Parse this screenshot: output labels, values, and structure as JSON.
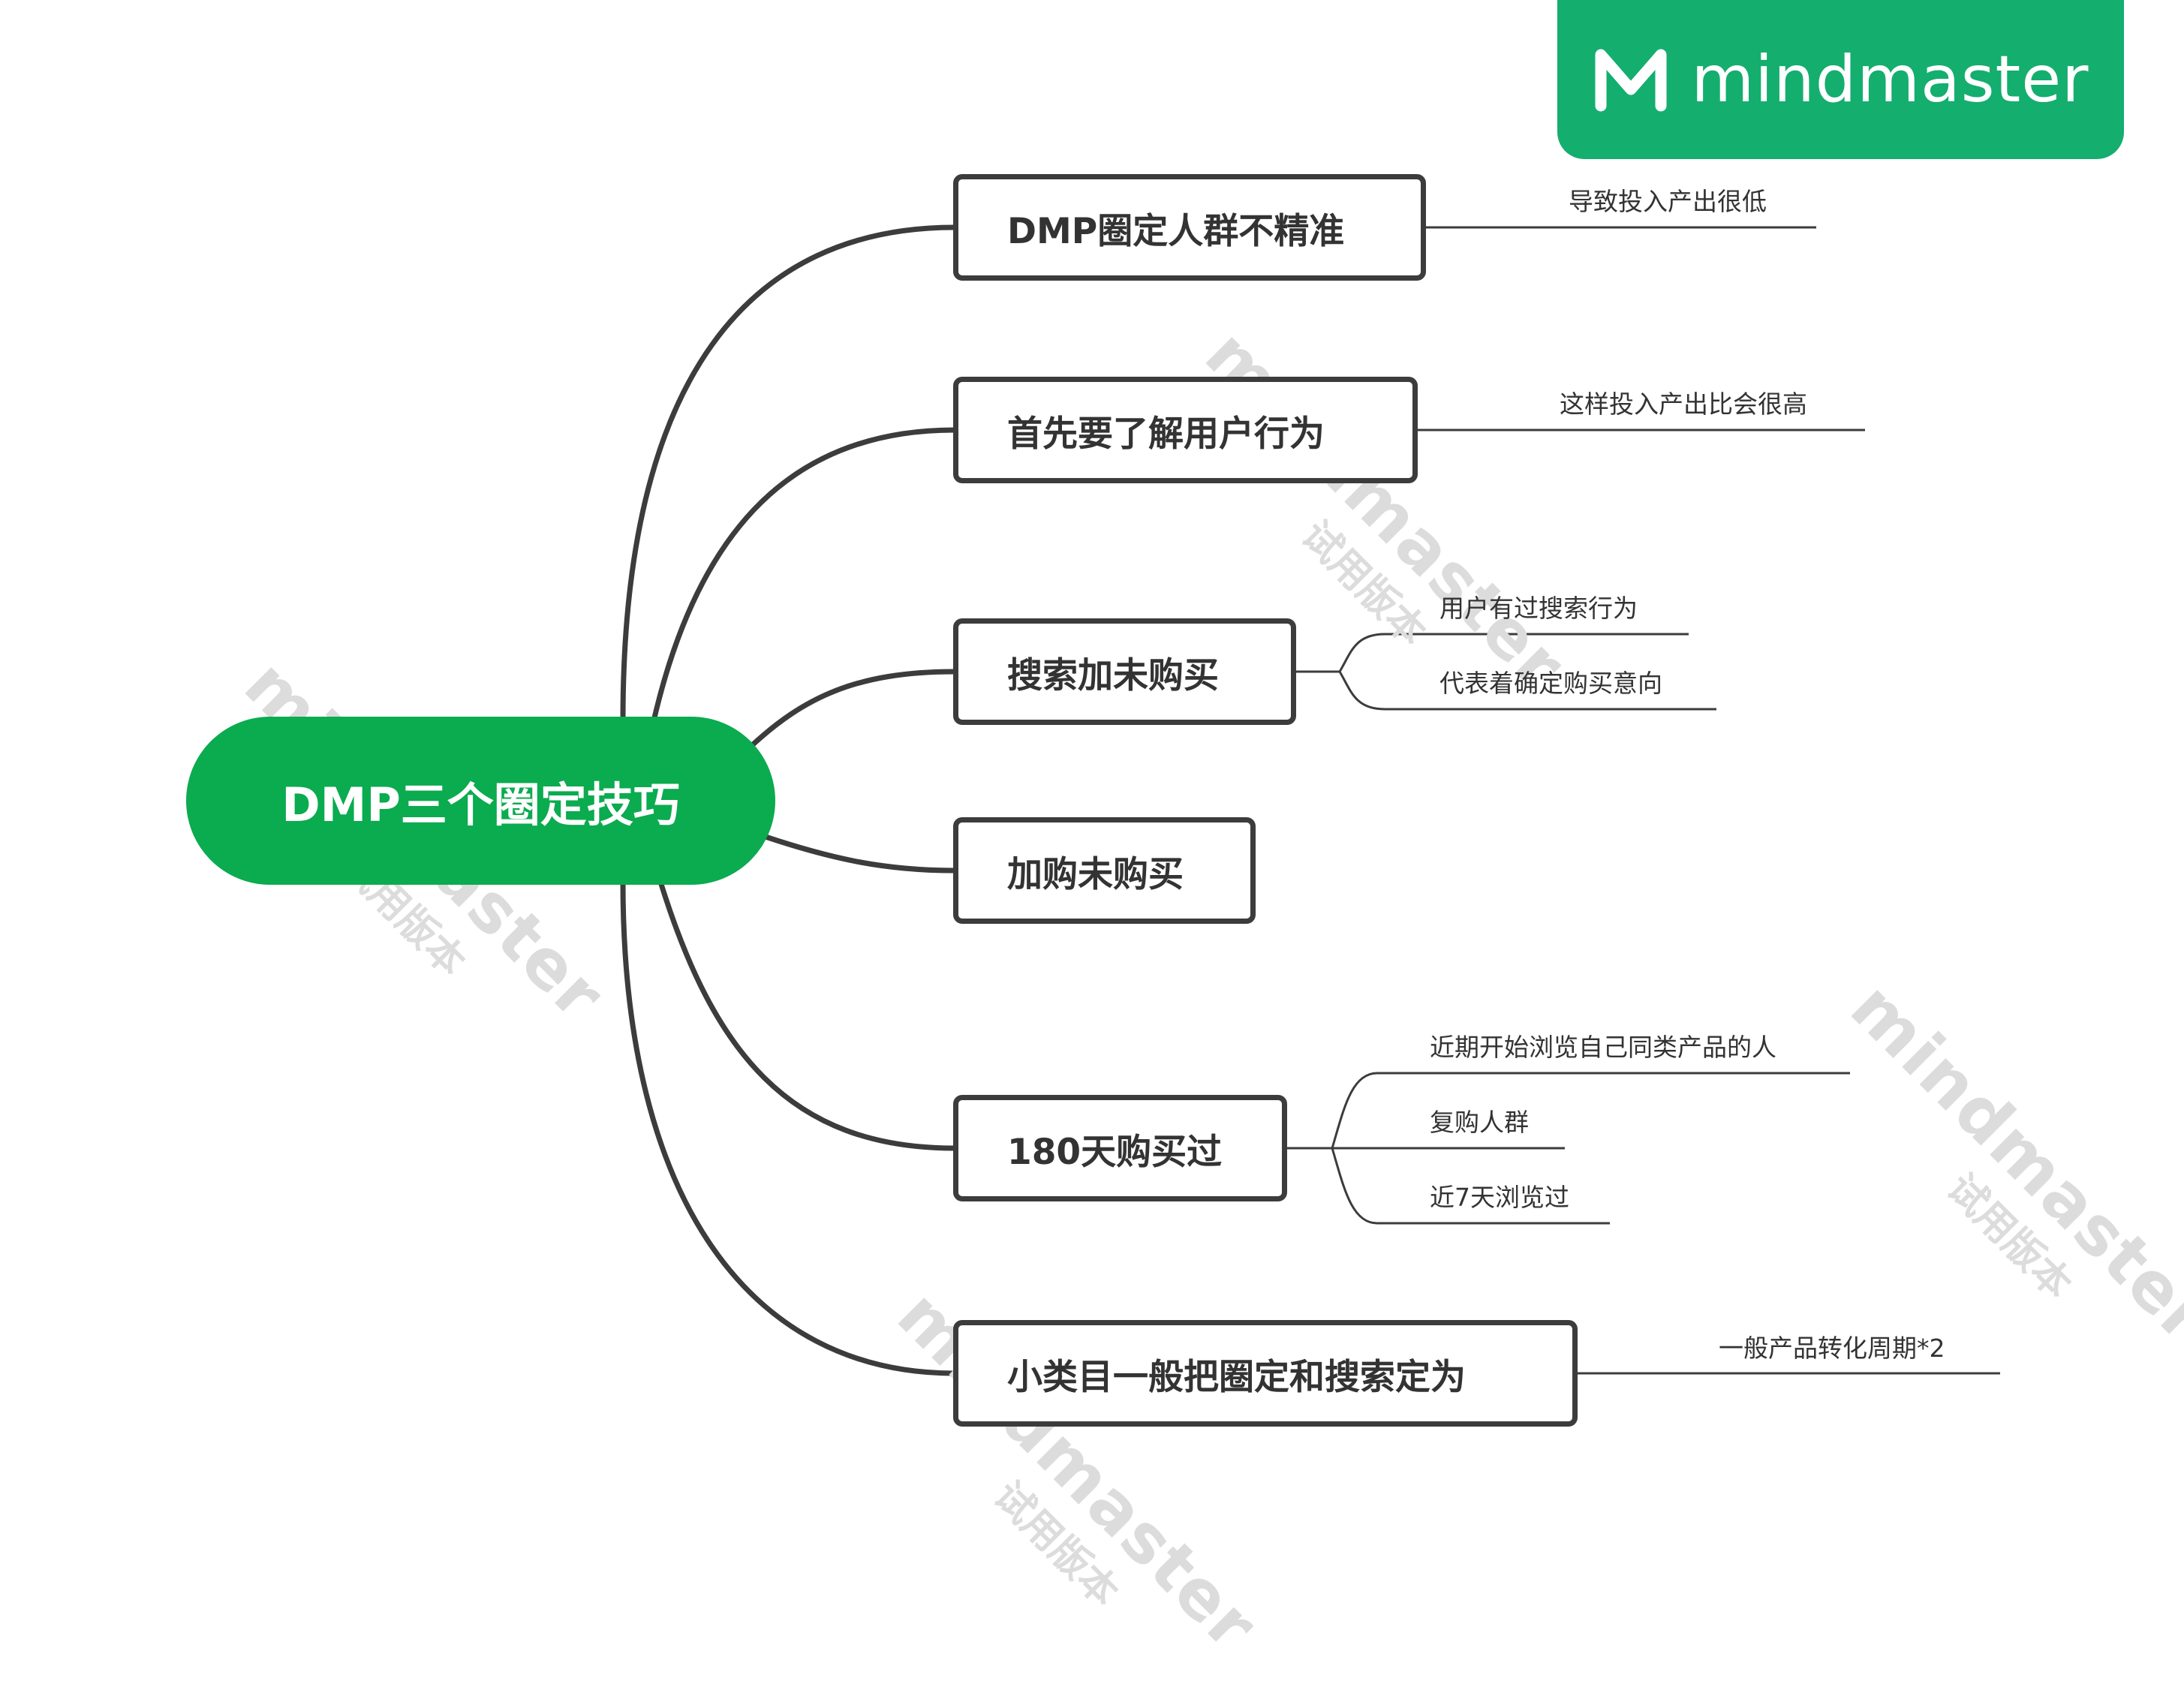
{
  "logo": {
    "text": "mindmaster"
  },
  "watermark": {
    "text": "mindmaster",
    "sub": "试用版本"
  },
  "central": {
    "label": "DMP三个圈定技巧"
  },
  "branches": [
    {
      "label": "DMP圈定人群不精准",
      "leaves": [
        "导致投入产出很低"
      ]
    },
    {
      "label": "首先要了解用户行为",
      "leaves": [
        "这样投入产出比会很高"
      ]
    },
    {
      "label": "搜索加未购买",
      "leaves": [
        "用户有过搜索行为",
        "代表着确定购买意向"
      ]
    },
    {
      "label": "加购未购买",
      "leaves": []
    },
    {
      "label": "180天购买过",
      "leaves": [
        "近期开始浏览自己同类产品的人",
        "复购人群",
        "近7天浏览过"
      ]
    },
    {
      "label": "小类目一般把圈定和搜索定为",
      "leaves": [
        "一般产品转化周期*2"
      ]
    }
  ],
  "colors": {
    "central": "#0bab4f",
    "logo": "#14ae6f",
    "line": "#3c3c3c"
  }
}
